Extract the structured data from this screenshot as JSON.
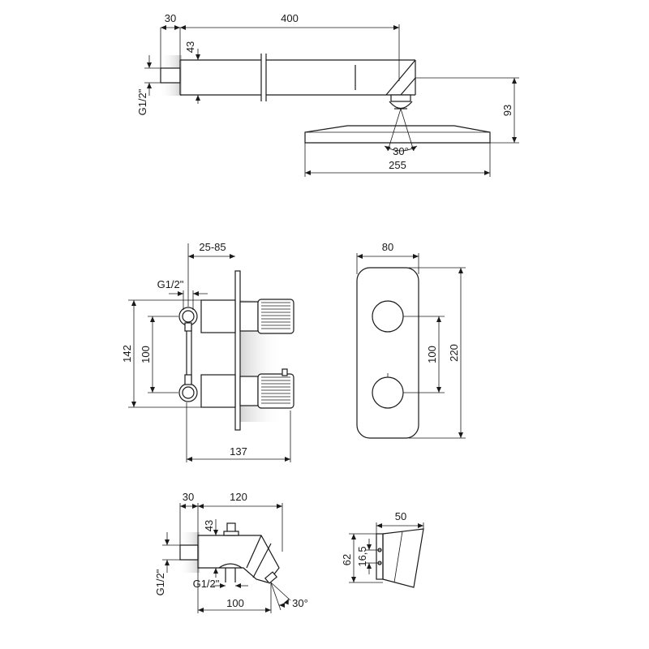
{
  "shower_arm": {
    "d_wall_offset": "30",
    "d_arm_length": "400",
    "d_arm_height": "43",
    "d_thread": "G1/2\"",
    "d_head_drop": "93",
    "d_tilt_angle": "30°",
    "d_head_width": "255"
  },
  "mixer_side": {
    "d_depth_range": "25-85",
    "d_thread": "G1/2\"",
    "d_height": "142",
    "d_spacing": "100",
    "d_depth": "137"
  },
  "mixer_front": {
    "d_width": "80",
    "d_spacing": "100",
    "d_height": "220"
  },
  "spout": {
    "d_wall_offset": "30",
    "d_length": "120",
    "d_height": "43",
    "d_thread_left": "G1/2\"",
    "d_thread_bottom": "G1/2\"",
    "d_outlet_distance": "100",
    "d_angle": "30°"
  },
  "holder": {
    "d_width": "50",
    "d_height": "62",
    "d_hole_spacing": "16,5"
  }
}
